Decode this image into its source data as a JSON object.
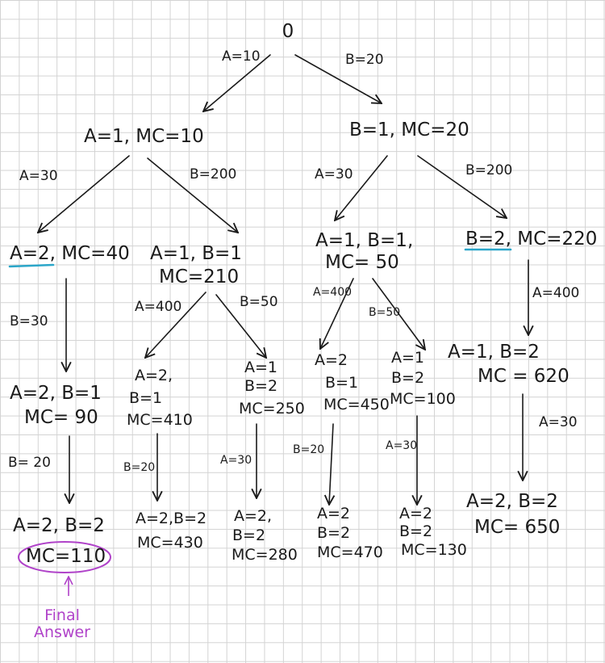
{
  "colors": {
    "ink": "#1a1a1a",
    "underline": "#2ba6c9",
    "final_circle": "#b043c9",
    "grid": "#d3d3d3"
  },
  "root": {
    "label": "0"
  },
  "level1": {
    "left": {
      "edge": "A=10",
      "line1": "A=1, MC=10"
    },
    "right": {
      "edge": "B=20",
      "line1": "B=1, MC=20"
    }
  },
  "level2": {
    "n1": {
      "edge": "A=30",
      "a": "A=2,",
      "b": " MC=40"
    },
    "n2": {
      "edge": "B=200",
      "line1": "A=1, B=1",
      "line2": "MC=210"
    },
    "n3": {
      "edge": "A=30",
      "line1": "A=1, B=1,",
      "line2": "MC= 50"
    },
    "n4": {
      "edge": "B=200",
      "a": "B=2,",
      "b": " MC=220"
    }
  },
  "level3": {
    "n1": {
      "edge": "B=30",
      "line1": "A=2, B=1",
      "line2": "MC= 90"
    },
    "n2": {
      "edge": "A=400",
      "line1": "A=2,",
      "line2": "B=1",
      "line3": "MC=410"
    },
    "n3": {
      "edge": "B=50",
      "line1": "A=1",
      "line2": "B=2",
      "line3": "MC=250"
    },
    "n4": {
      "edge": "A=400",
      "line1": "A=2",
      "line2": "B=1",
      "line3": "MC=450"
    },
    "n5": {
      "edge": "B=50",
      "line1": "A=1",
      "line2": "B=2",
      "line3": "MC=100"
    },
    "n6": {
      "edge": "A=400",
      "line1": "A=1, B=2",
      "line2": "MC = 620"
    }
  },
  "level4": {
    "n1": {
      "edge": "B= 20",
      "line1": "A=2, B=2",
      "line2": "MC=110"
    },
    "n2": {
      "edge": "B=20",
      "line1": "A=2,B=2",
      "line2": "MC=430"
    },
    "n3": {
      "edge": "A=30",
      "line1": "A=2,",
      "line2": "B=2",
      "line3": "MC=280"
    },
    "n4": {
      "edge": "B=20",
      "line1": "A=2",
      "line2": "B=2",
      "line3": "MC=470"
    },
    "n5": {
      "edge": "A=30",
      "line1": "A=2",
      "line2": "B=2",
      "line3": "MC=130"
    },
    "n6": {
      "edge": "A=30",
      "line1": "A=2, B=2",
      "line2": "MC= 650"
    }
  },
  "annotation": {
    "line1": "Final",
    "line2": "Answer"
  }
}
